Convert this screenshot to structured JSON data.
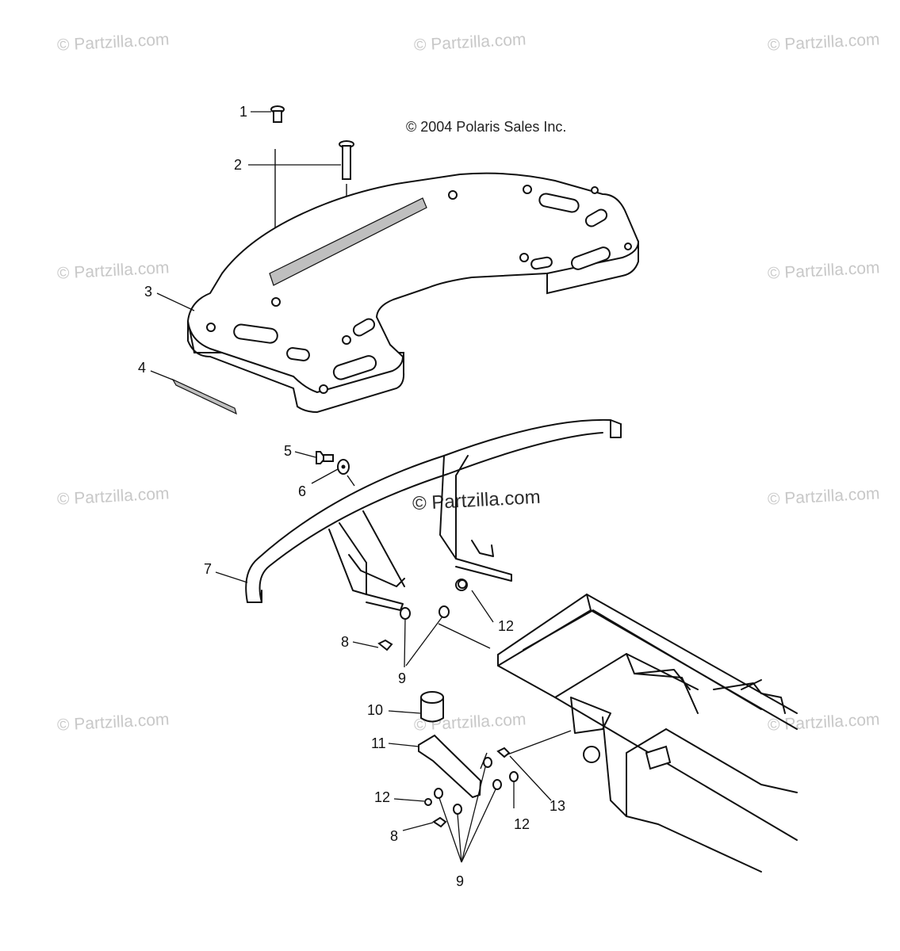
{
  "diagram": {
    "copyright": "© 2004 Polaris Sales Inc.",
    "watermark": "© Partzilla.com",
    "watermark_center": "© Partzilla.com",
    "callouts": {
      "c1": "1",
      "c2": "2",
      "c3": "3",
      "c4": "4",
      "c5": "5",
      "c6": "6",
      "c7": "7",
      "c8a": "8",
      "c8b": "8",
      "c9a": "9",
      "c9b": "9",
      "c10": "10",
      "c11": "11",
      "c12a": "12",
      "c12b": "12",
      "c12c": "12",
      "c13": "13"
    }
  }
}
